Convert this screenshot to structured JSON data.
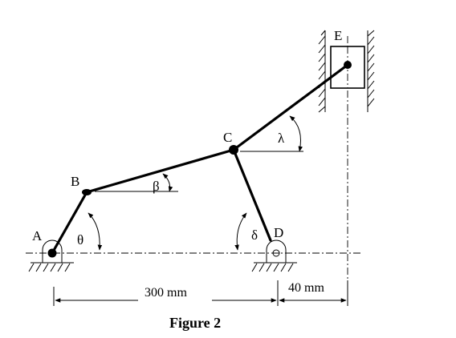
{
  "figure": {
    "caption": "Figure 2",
    "points": {
      "A": "A",
      "B": "B",
      "C": "C",
      "D": "D",
      "E": "E"
    },
    "angles": {
      "theta": "θ",
      "beta": "β",
      "lambda": "λ",
      "delta": "δ"
    },
    "dimensions": {
      "ad": "300 mm",
      "de": "40 mm"
    }
  }
}
